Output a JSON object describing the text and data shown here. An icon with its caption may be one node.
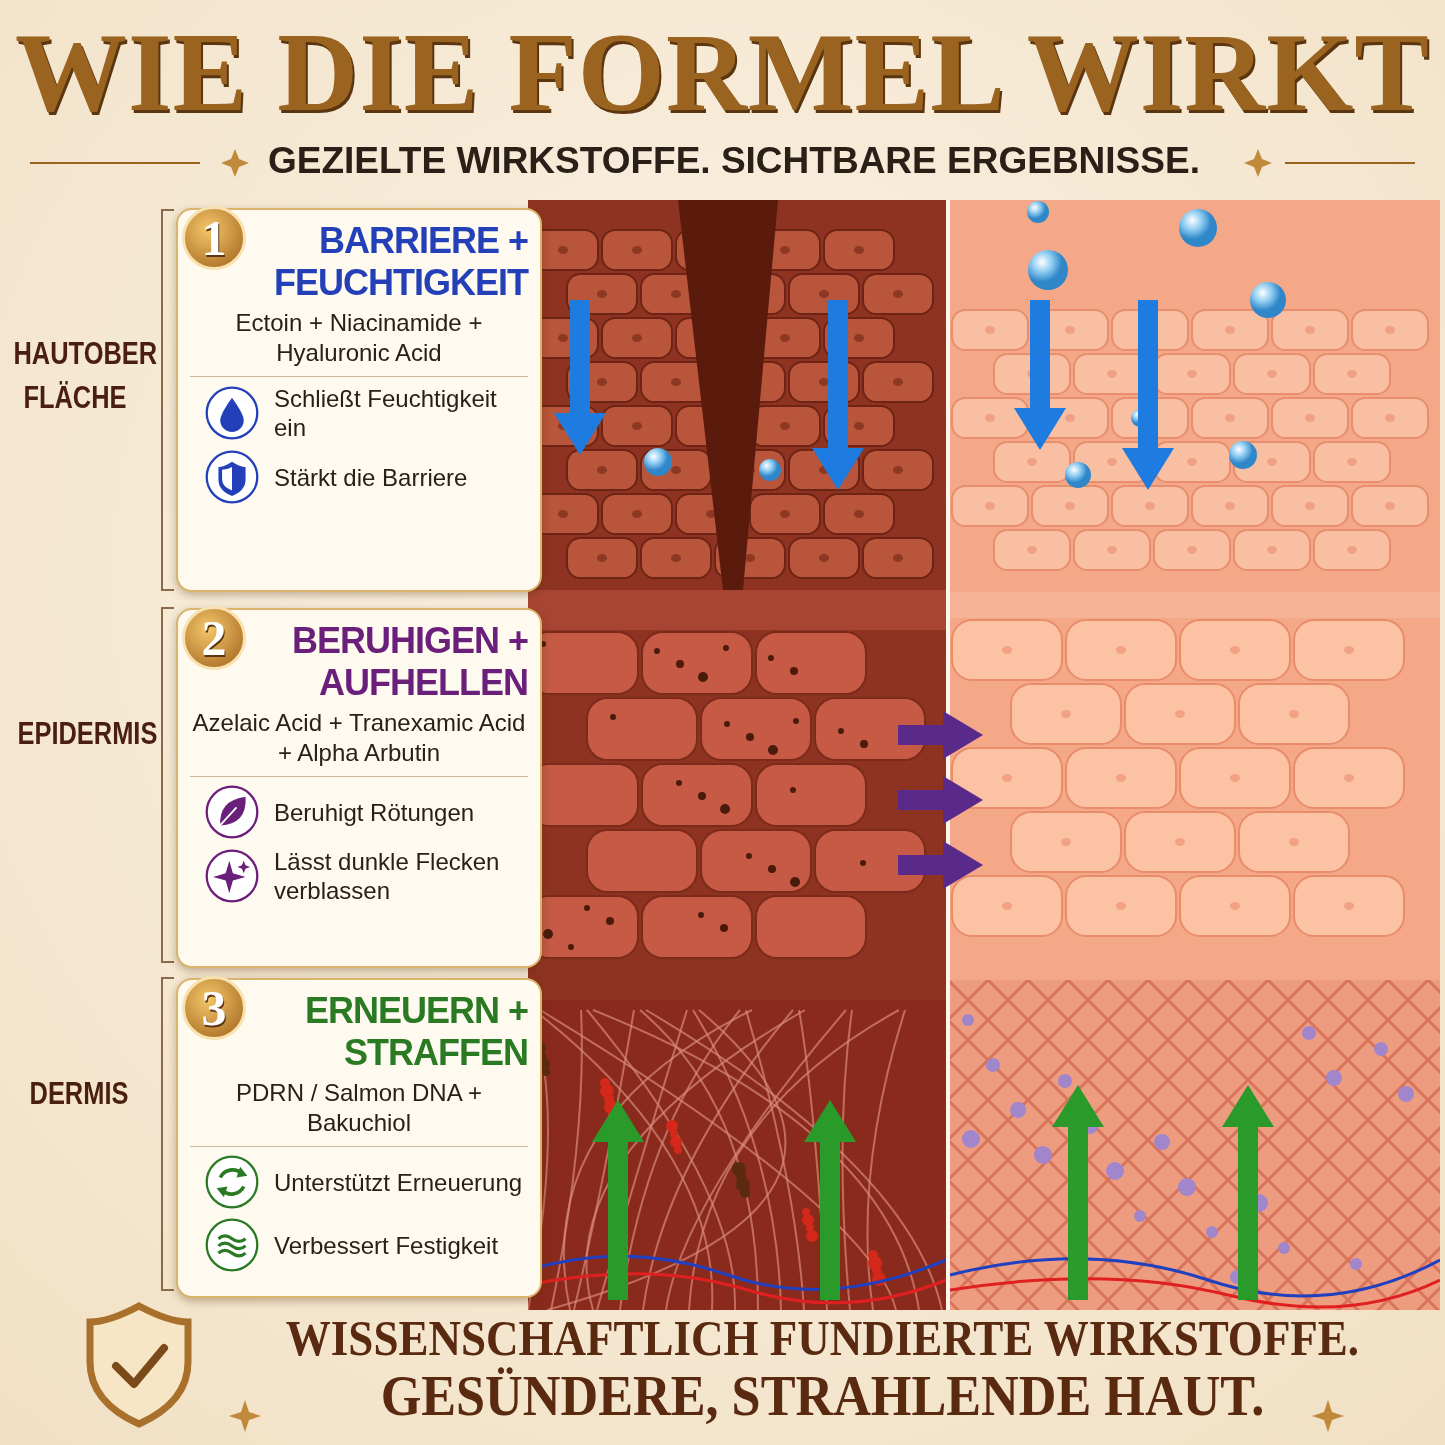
{
  "diagram": {
    "title": "WIE DIE FORMEL WIRKT",
    "nodes": [
      {
        "text": [
          "1",
          "BARRIERE + FEUCHTIGKEIT",
          "Ectoin + Niacinamide + Hyaluronic Acid"
        ]
      },
      {
        "text": [
          "Schließt Feuchtigkeit ein"
        ],
        "in": 0
      },
      {
        "text": [
          "Stärkt die Barriere"
        ],
        "in": 0
      },
      {
        "text": [
          "2",
          "BERUHIGEN + AUFHELLEN",
          "Azelaic Acid + Tranexamic Acid + Alpha Arbutin"
        ]
      },
      {
        "text": [
          "Beruhigt Rötungen"
        ],
        "in": 3
      },
      {
        "text": [
          "Lässt dunkle Flecken verblassen"
        ],
        "in": 3
      },
      {
        "text": [
          "3",
          "ERNEUERN + STRAFFEN",
          "PDRN / Salmon DNA + Bakuchiol"
        ]
      },
      {
        "text": [
          "Unterstützt Erneuerung"
        ],
        "in": 6
      },
      {
        "text": [
          "Verbessert Festigkeit"
        ],
        "in": 6
      }
    ],
    "edges": [],
    "labels": [
      "GEZIELTE WIRKSTOFFE. SICHTBARE ERGEBNISSE.",
      "HAUTOBER FLÄCHE",
      "EPIDERMIS",
      "DERMIS",
      "WISSENSCHAFTLICH FUNDIERTE WIRKSTOFFE.",
      "GESÜNDERE, STRAHLENDE HAUT."
    ]
  }
}
